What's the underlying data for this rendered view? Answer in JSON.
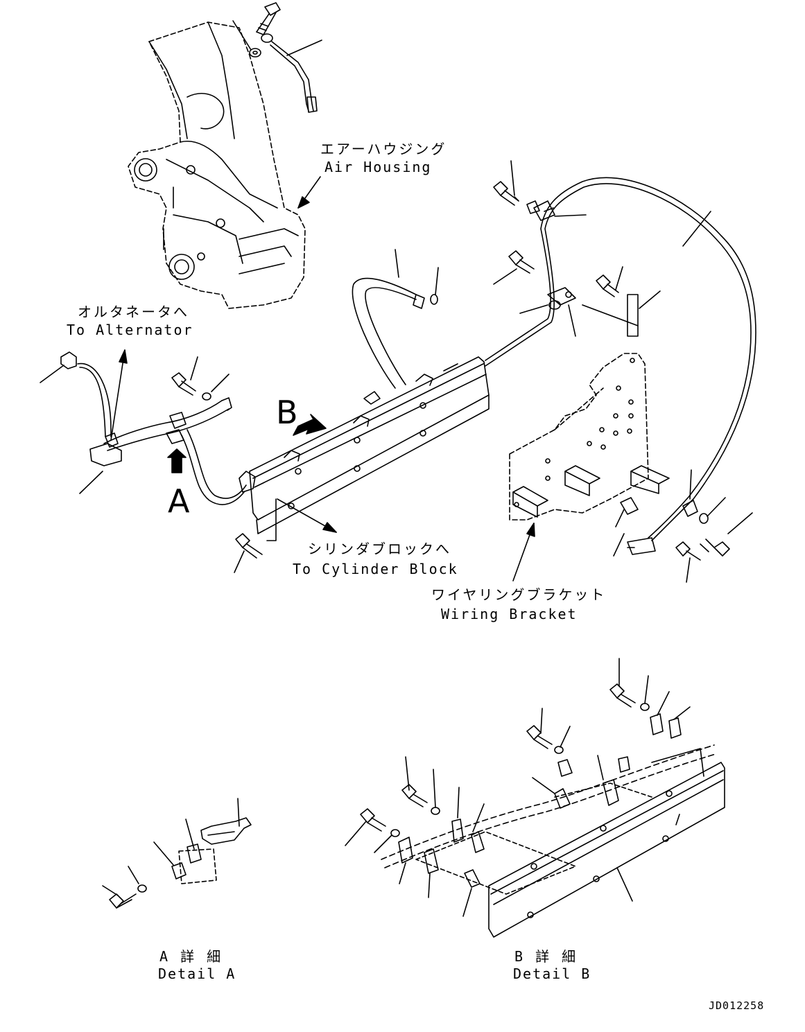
{
  "labels": {
    "air_housing_jp": "エアーハウジング",
    "air_housing_en": "Air Housing",
    "alternator_jp": "オルタネータへ",
    "alternator_en": "To Alternator",
    "cylinder_jp": "シリンダブロックへ",
    "cylinder_en": "To Cylinder Block",
    "bracket_jp": "ワイヤリングブラケット",
    "bracket_en": "Wiring Bracket",
    "view_a": "A",
    "view_b": "B",
    "detail_a_jp": "A 詳 細",
    "detail_a_en": "Detail A",
    "detail_b_jp": "B 詳 細",
    "detail_b_en": "Detail B",
    "drawing_code": "JD012258"
  },
  "colors": {
    "line": "#000000",
    "background": "#ffffff"
  }
}
